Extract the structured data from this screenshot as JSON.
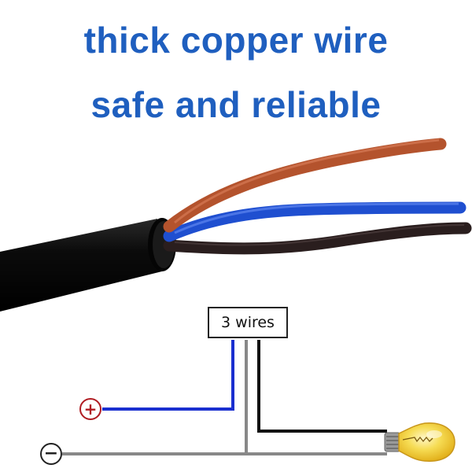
{
  "headline": {
    "line1": "thick copper wire",
    "line2": "safe and reliable"
  },
  "diagram": {
    "box_label": "3 wires",
    "positive_symbol": "+",
    "negative_symbol": "−"
  },
  "colors": {
    "headline": "#1f5fbf",
    "cable_sheath": "#111111",
    "wire_brown": "#b4532d",
    "wire_blue": "#1f4fd0",
    "wire_black": "#2a1e1e",
    "diagram_blue": "#1a2fd0",
    "diagram_grey": "#888888",
    "diagram_black": "#111111",
    "positive_terminal": "#b01c22",
    "bulb_glass": "#f2d23a"
  },
  "icons": [
    "positive-terminal-icon",
    "negative-terminal-icon",
    "light-bulb-icon"
  ]
}
